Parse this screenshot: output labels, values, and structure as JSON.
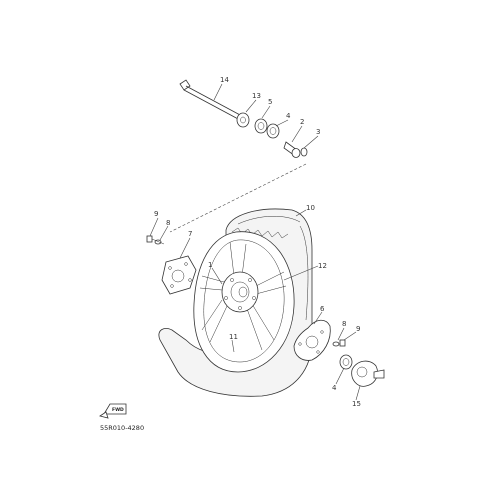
{
  "callouts": {
    "c14": "14",
    "c13": "13",
    "c5": "5",
    "c4_top": "4",
    "c2": "2",
    "c3": "3",
    "c10": "10",
    "c9_left": "9",
    "c8_left": "8",
    "c7": "7",
    "c1": "1",
    "c12": "12",
    "c6": "6",
    "c8_right": "8",
    "c9_right": "9",
    "c11": "11",
    "c4_bottom": "4",
    "c15": "15"
  },
  "fwd_label": "FWD",
  "diagram_code": "55R010-4280"
}
